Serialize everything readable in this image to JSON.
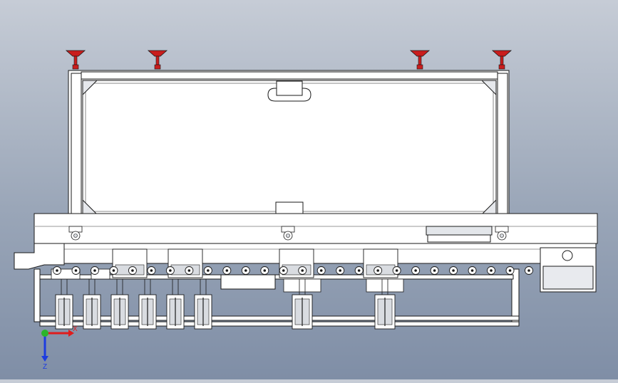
{
  "axis_triad": {
    "x_label": "X",
    "z_label": "Z",
    "x_color": "#e01c1c",
    "y_color": "#2bb52b",
    "z_color": "#1c3ce0"
  },
  "colors": {
    "line": "#1a1a1a",
    "face": "#ffffff",
    "shade": "#d9dce1",
    "leveling_foot": "#c91d1d"
  },
  "components": {
    "leveling_feet": 4,
    "top_mounts": 3,
    "conveyor_rollers": 26,
    "small_actuators": 6,
    "large_actuators": 2,
    "clamp_blocks": 6
  }
}
